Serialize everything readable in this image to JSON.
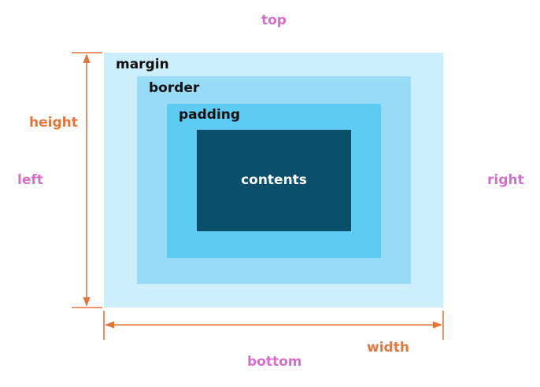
{
  "labels": {
    "top": "top",
    "left": "left",
    "right": "right",
    "bottom": "bottom",
    "height": "height",
    "width": "width"
  },
  "boxes": {
    "margin": "margin",
    "border": "border",
    "padding": "padding",
    "contents": "contents"
  },
  "colors": {
    "side_label": "#d56fc9",
    "dimension": "#e5763b",
    "margin_fill": "#cceefd",
    "border_fill": "#97dbf6",
    "padding_fill": "#5ecbf2",
    "content_fill": "#0a4f6a"
  }
}
